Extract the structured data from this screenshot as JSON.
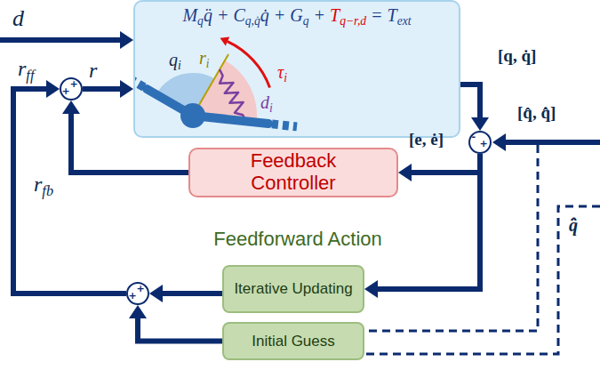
{
  "diagram": {
    "nodes": [
      {
        "text": [
          "+",
          "+"
        ]
      },
      {
        "text": [
          "Mqq̈ + Cq,q̇q̇ + Gq + Tq−r,d = Text"
        ]
      },
      {
        "text": [
          "Feedback Controller"
        ]
      },
      {
        "text": [
          "-",
          "+"
        ]
      },
      {
        "text": [
          "Feedforward Action"
        ]
      },
      {
        "text": [
          "+",
          "+"
        ],
        "in": 4
      },
      {
        "text": [
          "Iterative Updating"
        ],
        "in": 4
      },
      {
        "text": [
          "Initial Guess"
        ],
        "in": 4
      }
    ],
    "edges": [
      {
        "from": 0,
        "to": 1,
        "label": "r",
        "arrow": "to"
      },
      {
        "from": 1,
        "to": 3,
        "label": "[q, q̇]",
        "arrow": "to"
      },
      {
        "from": 3,
        "to": 2,
        "label": "[e, ė]",
        "arrow": "to"
      },
      {
        "from": 3,
        "to": 6,
        "arrow": "to"
      },
      {
        "from": 2,
        "to": 0,
        "label": "rfb",
        "arrow": "to"
      },
      {
        "from": 6,
        "to": 5,
        "arrow": "to"
      },
      {
        "from": 7,
        "to": 5,
        "arrow": "to"
      },
      {
        "from": 5,
        "to": 0,
        "label": "rff",
        "arrow": "to"
      }
    ],
    "labels": [
      "d",
      "qi",
      "ri",
      "τi",
      "di",
      "[q̂, q̂̇]",
      "q̂̈"
    ]
  }
}
